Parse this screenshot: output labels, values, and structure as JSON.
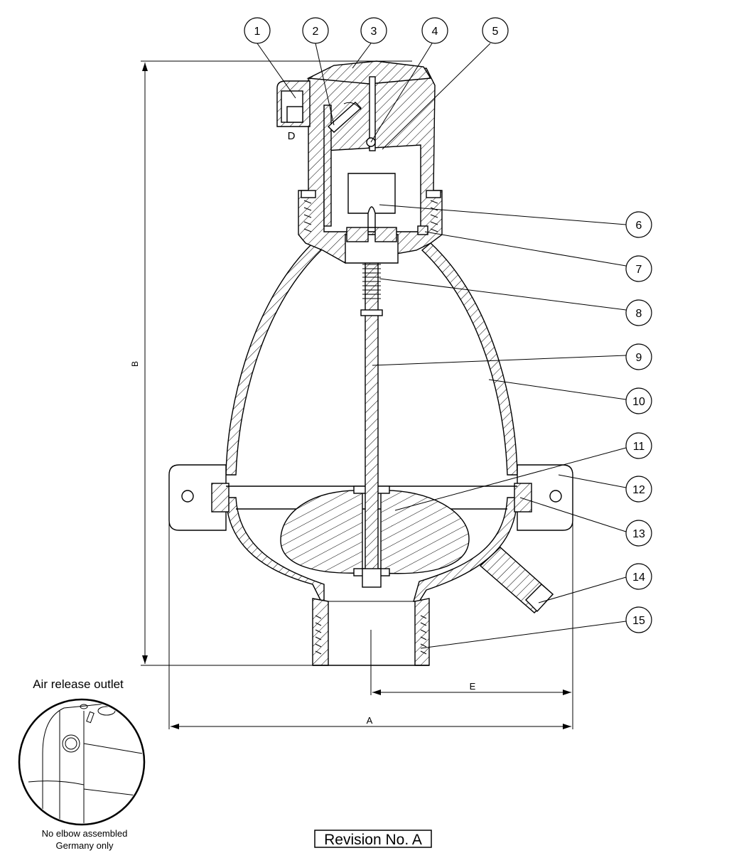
{
  "balloons": [
    "1",
    "2",
    "3",
    "4",
    "5",
    "6",
    "7",
    "8",
    "9",
    "10",
    "11",
    "12",
    "13",
    "14",
    "15"
  ],
  "dimensions": {
    "a": "A",
    "b": "B",
    "d": "D",
    "e": "E"
  },
  "inset": {
    "title": "Air release outlet",
    "note_line1": "No elbow assembled",
    "note_line2": "Germany only"
  },
  "revision": "Revision No. A"
}
